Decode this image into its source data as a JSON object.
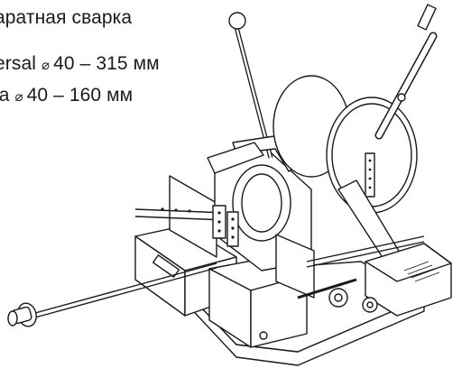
{
  "caption": {
    "line1": "аратная сварка",
    "line2_prefix": "ersal",
    "line2_value": "40 – 315 мм",
    "line3_prefix": "ia",
    "line3_value": "40 – 160 мм",
    "diameter_symbol": "⌀"
  },
  "colors": {
    "ink": "#1a1a1a",
    "background": "#ffffff"
  }
}
